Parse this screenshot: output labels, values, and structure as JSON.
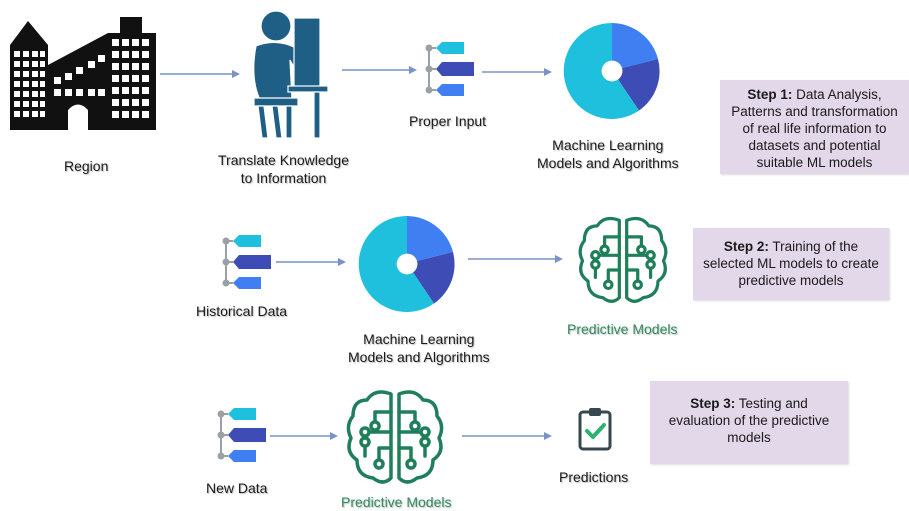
{
  "colors": {
    "arrow": "#7a93c4",
    "teal": "#1ec0dd",
    "indigo": "#3d4db5",
    "blue": "#3f7ff2",
    "green": "#1f7f5b",
    "human": "#1f5f86",
    "step_bg": "#e3d7ea"
  },
  "row1": {
    "region_label": "Region",
    "translate_label_1": "Translate Knowledge",
    "translate_label_2": "to Information",
    "proper_input_label": "Proper Input",
    "ml_label_1": "Machine Learning",
    "ml_label_2": "Models and Algorithms",
    "step_title": "Step 1:",
    "step_text_1": " Data Analysis,",
    "step_text_2": "Patterns and transformation",
    "step_text_3": "of real life information to",
    "step_text_4": "datasets and potential",
    "step_text_5": "suitable ML models"
  },
  "row2": {
    "historical_label": "Historical Data",
    "ml_label_1": "Machine Learning",
    "ml_label_2": "Models and Algorithms",
    "predictive_label": "Predictive Models",
    "step_title": "Step 2:",
    "step_text_1": " Training of the",
    "step_text_2": "selected ML models to create",
    "step_text_3": "predictive models"
  },
  "row3": {
    "new_data_label": "New Data",
    "predictive_label": "Predictive Models",
    "predictions_label": "Predictions",
    "step_title": "Step 3:",
    "step_text_1": " Testing and",
    "step_text_2": "evaluation of the predictive",
    "step_text_3": "models"
  },
  "icons": [
    "building-icon",
    "person-at-computer-icon",
    "data-list-icon",
    "donut-chart-icon",
    "brain-circuit-icon",
    "clipboard-check-icon"
  ]
}
